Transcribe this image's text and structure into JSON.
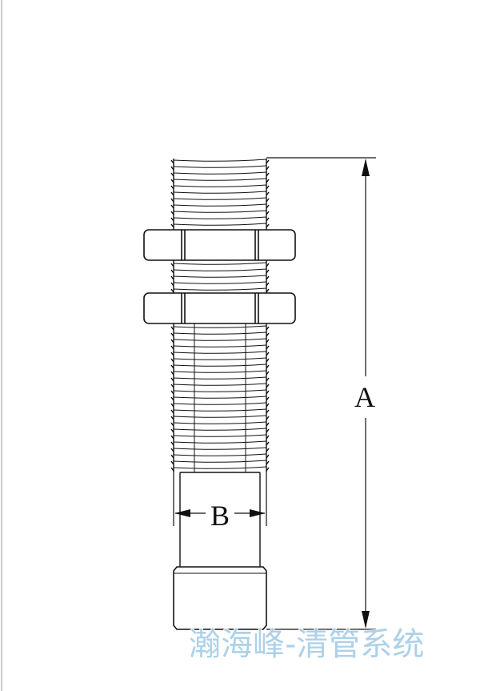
{
  "drawing": {
    "dimensions": {
      "overall_length_label": "A",
      "thread_diameter_label": "B"
    },
    "watermark": "瀚海峰-清管系统",
    "colors": {
      "line": "#111111",
      "watermark": "#a9cfe8"
    }
  }
}
